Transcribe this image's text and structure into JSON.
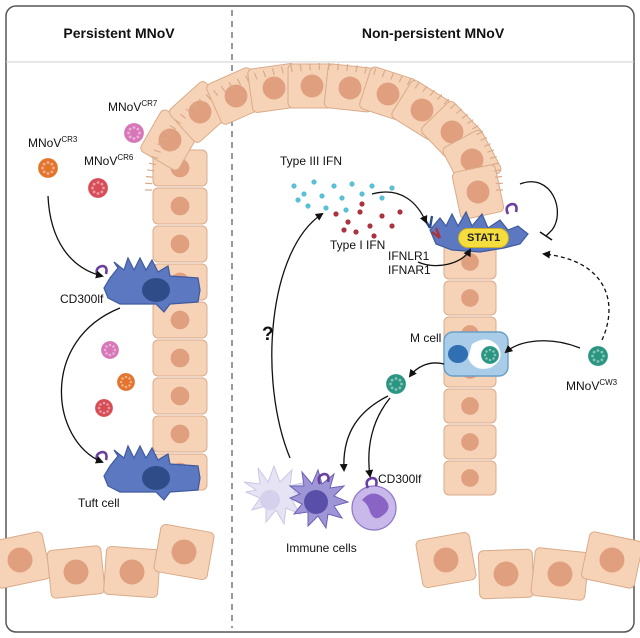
{
  "panel_left": {
    "title": "Persistent MNoV"
  },
  "panel_right": {
    "title": "Non-persistent MNoV"
  },
  "strains": {
    "cr7": {
      "base": "MNoV",
      "sup": "CR7"
    },
    "cr3": {
      "base": "MNoV",
      "sup": "CR3"
    },
    "cr6": {
      "base": "MNoV",
      "sup": "CR6"
    },
    "cw3": {
      "base": "MNoV",
      "sup": "CW3"
    }
  },
  "labels": {
    "receptor_left": "CD300lf",
    "tuft_cell": "Tuft cell",
    "type_iii_ifn": "Type III IFN",
    "type_i_ifn": "Type I IFN",
    "ifnlr1": "IFNLR1",
    "ifnar1": "IFNAR1",
    "stat1": "STAT1",
    "m_cell": "M cell",
    "receptor_right": "CD300lf",
    "immune_cells": "Immune cells",
    "question": "?"
  },
  "colors": {
    "epithelium": "#f6d3b6",
    "epithelium_edge": "#d9ab8a",
    "nucleus": "#e0a07f",
    "tuft_cell": "#5b78c0",
    "virus_cr7": "#d777b8",
    "virus_cr3": "#e4742d",
    "virus_cr6": "#d74d57",
    "virus_cw3": "#2a9580",
    "type_iii_ifn_dots": "#5bbfd6",
    "type_i_ifn_dots": "#a8343f",
    "m_cell": "#a9cde8",
    "stat1": "#f4dd3c"
  }
}
